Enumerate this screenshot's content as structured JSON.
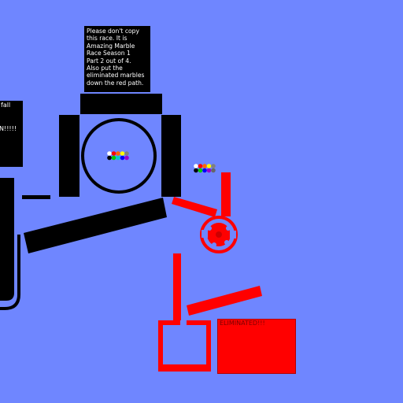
{
  "race_note": {
    "lines": [
      "Please don't copy",
      "this race. It is",
      "Amazing Marble",
      "Race Season 1",
      "Part 2 out of 4.",
      "Also put the",
      "eliminated marbles",
      "down the red path."
    ]
  },
  "left_panel": {
    "line1": "fall",
    "line2": "N!!!!!"
  },
  "eliminated_box": {
    "label": "ELIMINATED!!!"
  },
  "marbles": {
    "center_group": {
      "row1": [
        "#ffffff",
        "#ff0000",
        "#ff6600",
        "#ffff00",
        "#808080"
      ],
      "row2": [
        "#000000",
        "#00cc00",
        "#00cccc",
        "#0000ff",
        "#9900cc"
      ]
    },
    "right_group": {
      "row1": [
        "#ffffff",
        "#ff0000",
        "#ff6600",
        "#ffff00",
        "#808080"
      ],
      "row2": [
        "#000000",
        "#00cc00",
        "#0000ff",
        "#9900cc",
        "#666666"
      ]
    }
  },
  "colors": {
    "background": "#6f86ff",
    "track": "#000000",
    "eliminated_path": "#ff0000"
  }
}
